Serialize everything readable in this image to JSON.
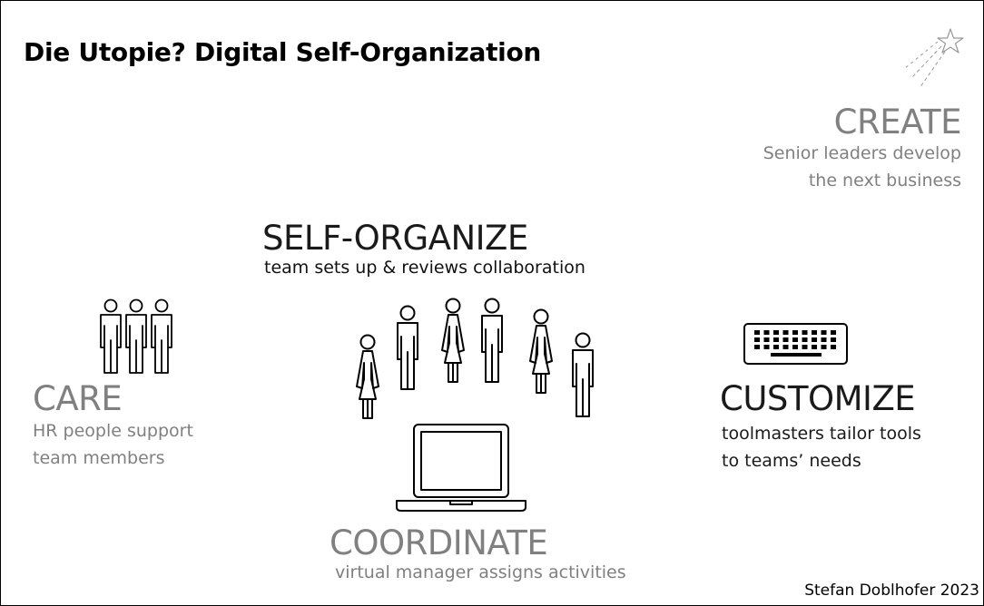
{
  "slide": {
    "title": "Die Utopie? Digital Self-Organization",
    "credit": "Stefan Doblhofer 2023"
  },
  "create": {
    "heading": "CREATE",
    "desc_line1": "Senior leaders develop",
    "desc_line2": "the next business",
    "icon": "shooting-star-icon"
  },
  "self_organize": {
    "heading": "SELF-ORGANIZE",
    "desc": "team sets up & reviews collaboration",
    "icon": "team-people-icon"
  },
  "care": {
    "heading": "CARE",
    "desc_line1": "HR people support",
    "desc_line2": "team members",
    "icon": "people-group-icon"
  },
  "customize": {
    "heading": "CUSTOMIZE",
    "desc_line1": "toolmasters tailor tools",
    "desc_line2": "to teams’ needs",
    "icon": "keyboard-icon"
  },
  "coordinate": {
    "heading": "COORDINATE",
    "desc": "virtual manager assigns activities",
    "icon": "laptop-icon"
  },
  "colors": {
    "heading_grey": "#808080",
    "heading_dark": "#1a1a1a",
    "icon_stroke": "#000000",
    "star_stroke": "#999999"
  }
}
